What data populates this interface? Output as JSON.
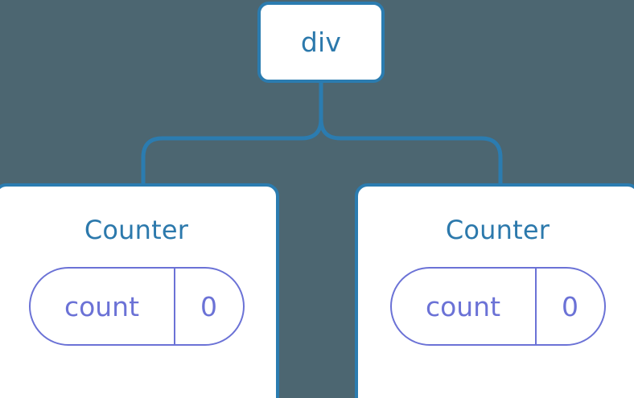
{
  "diagram": {
    "type": "component-tree",
    "background_color": "#4C6671",
    "node_border_color": "#2B7CB0",
    "node_text_color": "#2C79AC",
    "pill_color": "#6B72D6",
    "connector_color": "#2B7CB0",
    "root": {
      "label": "div"
    },
    "children": [
      {
        "title": "Counter",
        "state": {
          "key": "count",
          "value": "0"
        }
      },
      {
        "title": "Counter",
        "state": {
          "key": "count",
          "value": "0"
        }
      }
    ]
  }
}
